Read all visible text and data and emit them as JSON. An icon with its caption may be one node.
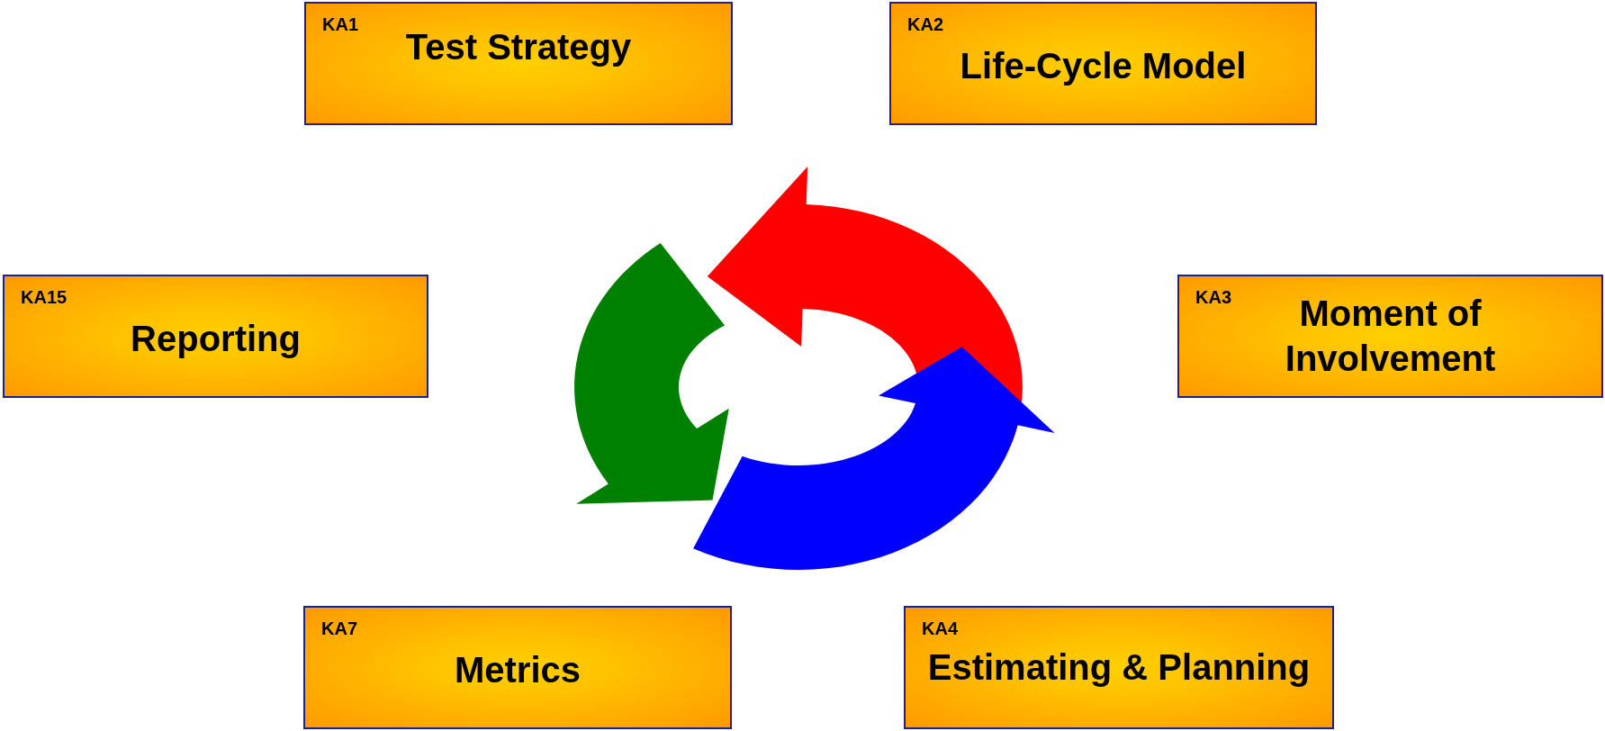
{
  "diagram": {
    "nodes": [
      {
        "text": [
          "KA1",
          "Test Strategy"
        ]
      },
      {
        "text": [
          "KA2",
          "Life-Cycle Model"
        ]
      },
      {
        "text": [
          "KA15",
          "Reporting"
        ]
      },
      {
        "text": [
          "KA3",
          "Moment of Involvement"
        ]
      },
      {
        "text": [
          "KA7",
          "Metrics"
        ]
      },
      {
        "text": [
          "KA4",
          "Estimating & Planning"
        ]
      }
    ]
  }
}
